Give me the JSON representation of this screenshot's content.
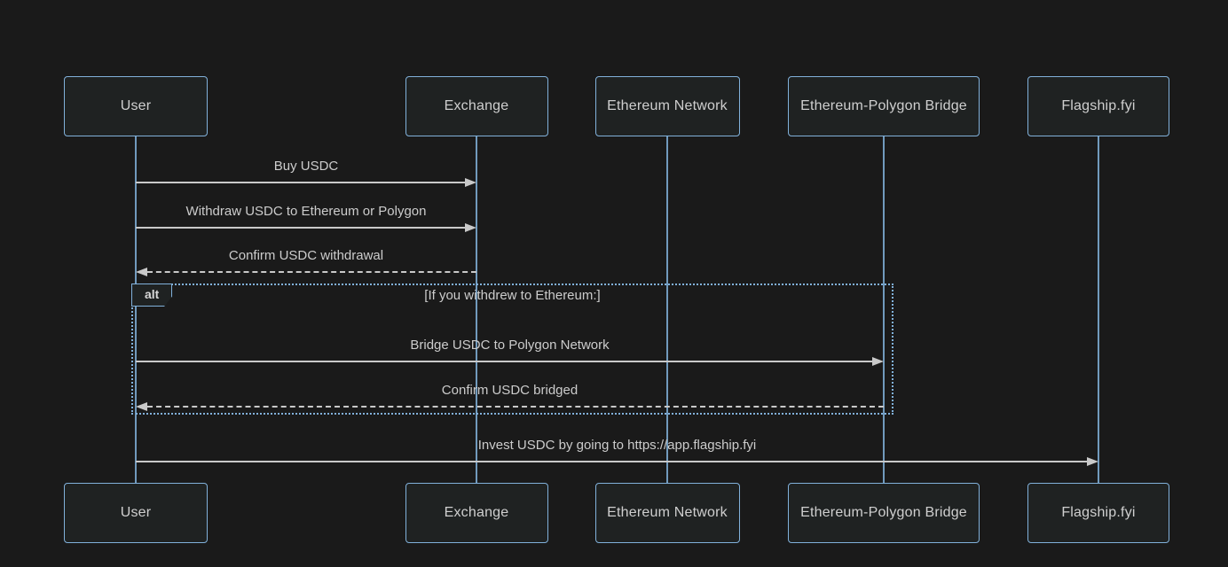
{
  "diagram": {
    "type": "sequence",
    "actors": [
      {
        "id": "user",
        "label": "User"
      },
      {
        "id": "exchange",
        "label": "Exchange"
      },
      {
        "id": "ethereum",
        "label": "Ethereum Network"
      },
      {
        "id": "bridge",
        "label": "Ethereum-Polygon Bridge"
      },
      {
        "id": "flagship",
        "label": "Flagship.fyi"
      }
    ],
    "messages": [
      {
        "from": "user",
        "to": "exchange",
        "label": "Buy USDC",
        "style": "solid",
        "in_alt": false
      },
      {
        "from": "user",
        "to": "exchange",
        "label": "Withdraw USDC to Ethereum or Polygon",
        "style": "solid",
        "in_alt": false
      },
      {
        "from": "exchange",
        "to": "user",
        "label": "Confirm USDC withdrawal",
        "style": "dashed",
        "in_alt": false
      },
      {
        "from": "user",
        "to": "bridge",
        "label": "Bridge USDC to Polygon Network",
        "style": "solid",
        "in_alt": true
      },
      {
        "from": "bridge",
        "to": "user",
        "label": "Confirm USDC bridged",
        "style": "dashed",
        "in_alt": true
      },
      {
        "from": "user",
        "to": "flagship",
        "label": "Invest USDC by going to https://app.flagship.fyi",
        "style": "solid",
        "in_alt": false
      }
    ],
    "alt_block": {
      "label": "alt",
      "condition": "[If you withdrew to Ethereum:]"
    },
    "colors": {
      "background": "#1a1a1a",
      "actor_fill": "#1f2222",
      "actor_border": "#81b1db",
      "lifeline": "#81b1db",
      "signal_line": "#c9c9c9",
      "text": "#cccccc",
      "frame_border": "#81b1db"
    }
  }
}
